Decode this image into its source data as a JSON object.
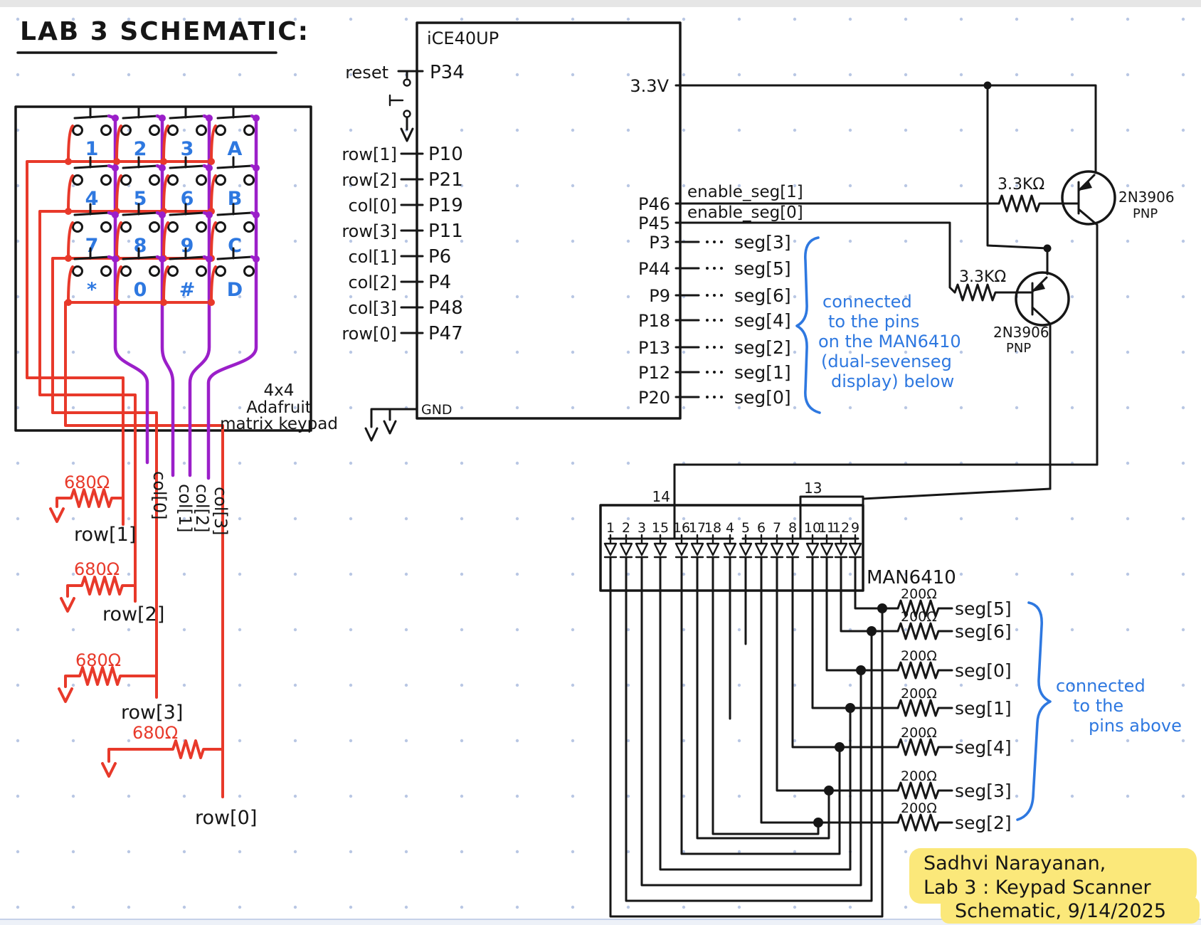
{
  "page": {
    "title": "LAB 3 SCHEMATIC:"
  },
  "colors": {
    "ink": "#161616",
    "red": "#e8392a",
    "purple": "#9b1fc9",
    "blue": "#2e78e0",
    "highlight": "#fbe87a",
    "grid_dot": "#b9c7e4"
  },
  "keypad": {
    "caption_lines": [
      "4x4",
      "Adafruit",
      "matrix keypad"
    ],
    "keys": [
      "1",
      "2",
      "3",
      "A",
      "4",
      "5",
      "6",
      "B",
      "7",
      "8",
      "9",
      "C",
      "*",
      "0",
      "#",
      "D"
    ],
    "col_labels": [
      "col[0]",
      "col[1]",
      "col[2]",
      "col[3]"
    ],
    "row_pulldowns": [
      {
        "value": "680Ω",
        "label": "row[1]"
      },
      {
        "value": "680Ω",
        "label": "row[2]"
      },
      {
        "value": "680Ω",
        "label": "row[3]"
      },
      {
        "value": "680Ω",
        "label": "row[0]"
      }
    ]
  },
  "chip": {
    "name": "iCE40UP",
    "reset_label": "reset",
    "reset_pin": "P34",
    "gnd_label": "GND",
    "power_pin": "3.3V",
    "left_pins": [
      {
        "signal": "row[1]",
        "pin": "P10"
      },
      {
        "signal": "row[2]",
        "pin": "P21"
      },
      {
        "signal": "col[0]",
        "pin": "P19"
      },
      {
        "signal": "row[3]",
        "pin": "P11"
      },
      {
        "signal": "col[1]",
        "pin": "P6"
      },
      {
        "signal": "col[2]",
        "pin": "P4"
      },
      {
        "signal": "col[3]",
        "pin": "P48"
      },
      {
        "signal": "row[0]",
        "pin": "P47"
      }
    ],
    "enable_pins": [
      {
        "pin": "P46",
        "signal": "enable_seg[1]"
      },
      {
        "pin": "P45",
        "signal": "enable_seg[0]"
      }
    ],
    "seg_pins": [
      {
        "pin": "P3",
        "signal": "seg[3]"
      },
      {
        "pin": "P44",
        "signal": "seg[5]"
      },
      {
        "pin": "P9",
        "signal": "seg[6]"
      },
      {
        "pin": "P18",
        "signal": "seg[4]"
      },
      {
        "pin": "P13",
        "signal": "seg[2]"
      },
      {
        "pin": "P12",
        "signal": "seg[1]"
      },
      {
        "pin": "P20",
        "signal": "seg[0]"
      }
    ]
  },
  "transistors": [
    {
      "part": "2N3906",
      "type": "PNP",
      "base_resistor": "3.3KΩ"
    },
    {
      "part": "2N3906",
      "type": "PNP",
      "base_resistor": "3.3KΩ"
    }
  ],
  "display": {
    "name": "MAN6410",
    "common_pins": [
      "14",
      "13"
    ],
    "pin_numbers": [
      "1",
      "2",
      "3",
      "15",
      "16",
      "17",
      "18",
      "4",
      "5",
      "6",
      "7",
      "8",
      "10",
      "11",
      "12",
      "9"
    ]
  },
  "seg_resistors": [
    {
      "value": "200Ω",
      "label": "seg[5]"
    },
    {
      "value": "200Ω",
      "label": "seg[6]"
    },
    {
      "value": "200Ω",
      "label": "seg[0]"
    },
    {
      "value": "200Ω",
      "label": "seg[1]"
    },
    {
      "value": "200Ω",
      "label": "seg[4]"
    },
    {
      "value": "200Ω",
      "label": "seg[3]"
    },
    {
      "value": "200Ω",
      "label": "seg[2]"
    }
  ],
  "notes": {
    "display_note_lines": [
      "connected",
      "to the pins",
      "on the MAN6410",
      "(dual-sevenseg",
      "display) below"
    ],
    "pins_note_lines": [
      "connected",
      "to the",
      "pins above"
    ]
  },
  "signature_lines": [
    "Sadhvi Narayanan,",
    "Lab 3 : Keypad Scanner",
    "Schematic, 9/14/2025"
  ]
}
